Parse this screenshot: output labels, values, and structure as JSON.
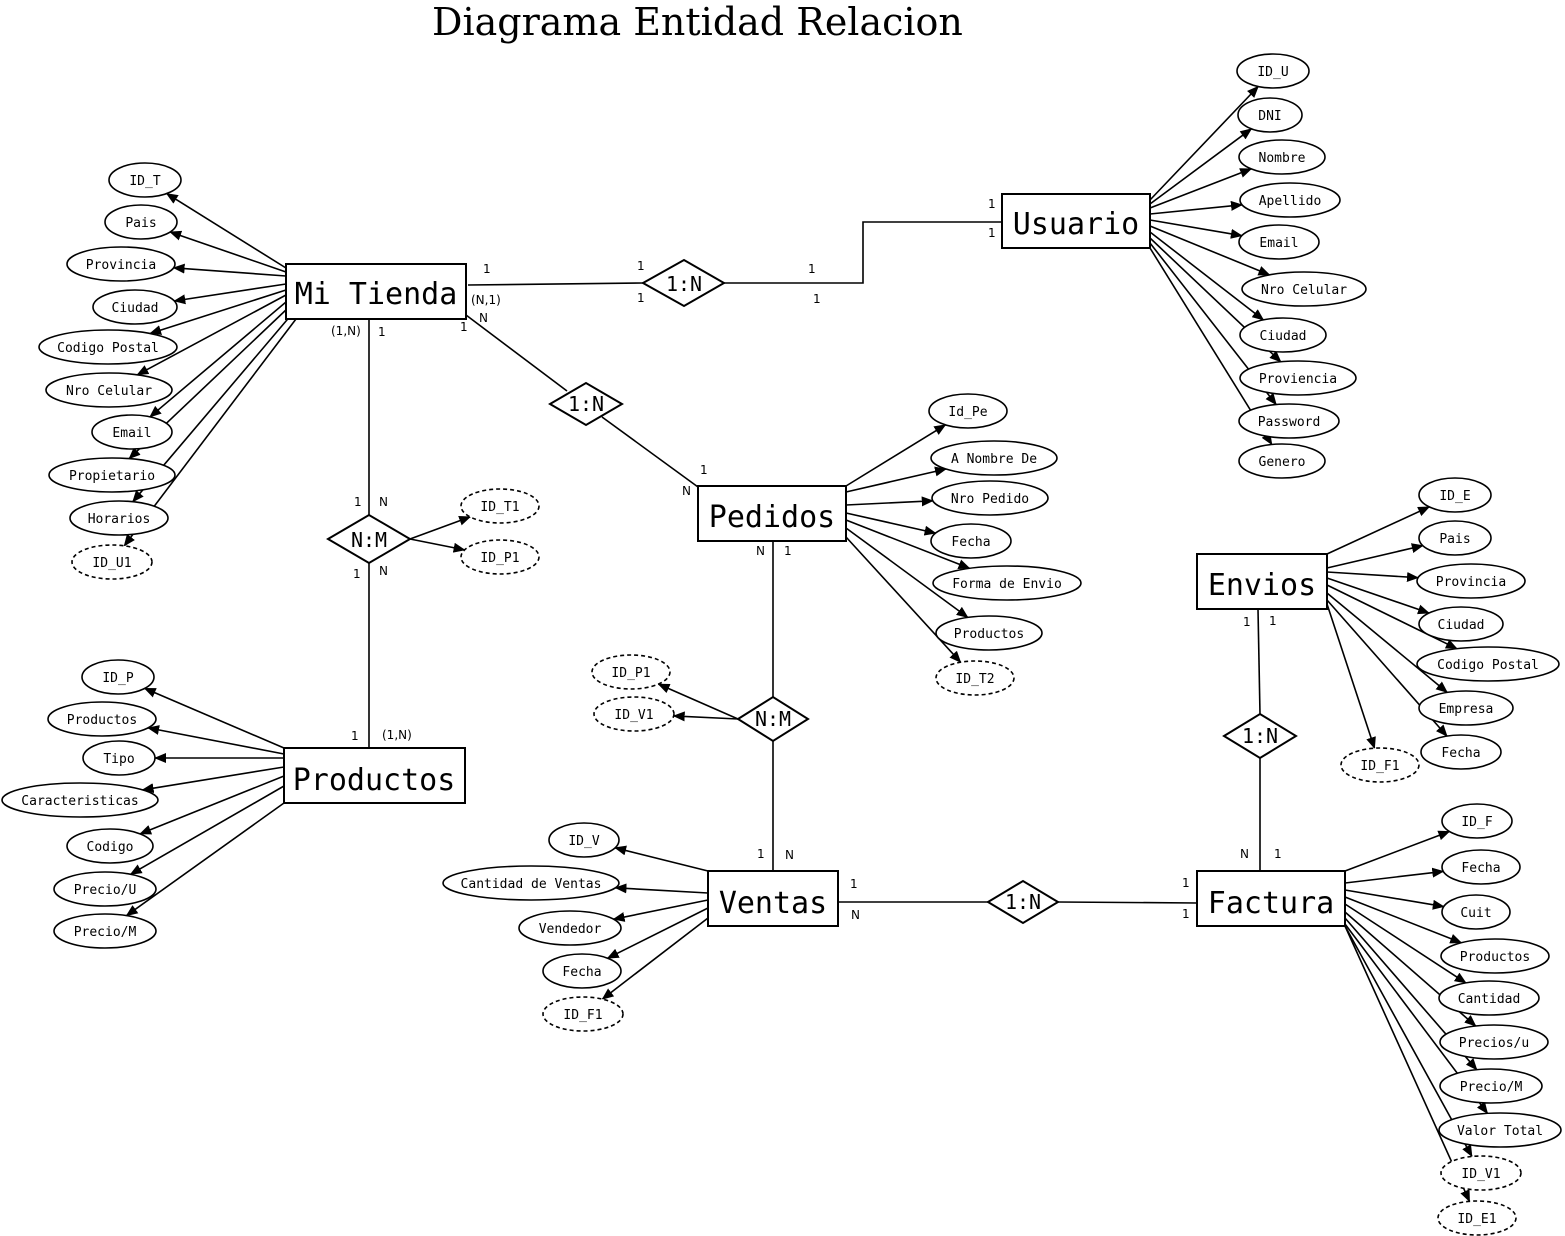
{
  "title": "Diagrama Entidad Relacion",
  "entities": {
    "mi_tienda": "Mi Tienda",
    "usuario": "Usuario",
    "pedidos": "Pedidos",
    "productos": "Productos",
    "envios": "Envios",
    "ventas": "Ventas",
    "factura": "Factura"
  },
  "relationships": {
    "tienda_usuario": "1:N",
    "tienda_pedidos": "1:N",
    "tienda_productos": "N:M",
    "pedidos_ventas": "N:M",
    "ventas_factura": "1:N",
    "envios_factura": "1:N"
  },
  "attributes": {
    "mi_tienda": [
      "ID_T",
      "Pais",
      "Provincia",
      "Ciudad",
      "Codigo Postal",
      "Nro Celular",
      "Email",
      "Propietario",
      "Horarios",
      "ID_U1"
    ],
    "usuario": [
      "ID_U",
      "DNI",
      "Nombre",
      "Apellido",
      "Email",
      "Nro Celular",
      "Ciudad",
      "Proviencia",
      "Password",
      "Genero"
    ],
    "pedidos": [
      "Id_Pe",
      "A Nombre De",
      "Nro Pedido",
      "Fecha",
      "Forma de Envio",
      "Productos",
      "ID_T2"
    ],
    "tienda_productos_rel": [
      "ID_T1",
      "ID_P1"
    ],
    "productos": [
      "ID_P",
      "Productos",
      "Tipo",
      "Caracteristicas",
      "Codigo",
      "Precio/U",
      "Precio/M"
    ],
    "pedidos_ventas_rel": [
      "ID_P1",
      "ID_V1"
    ],
    "ventas": [
      "ID_V",
      "Cantidad de Ventas",
      "Vendedor",
      "Fecha",
      "ID_F1"
    ],
    "envios": [
      "ID_E",
      "Pais",
      "Provincia",
      "Ciudad",
      "Codigo Postal",
      "Empresa",
      "Fecha",
      "ID_F1"
    ],
    "factura": [
      "ID_F",
      "Fecha",
      "Cuit",
      "Productos",
      "Cantidad",
      "Precios/u",
      "Precio/M",
      "Valor Total",
      "ID_V1",
      "ID_E1"
    ]
  },
  "cardinalities": {
    "tienda_side_usuario": "1",
    "rel1_left_top": "1",
    "rel1_left_bottom": "1",
    "rel1_right_top": "1",
    "rel1_right_bottom": "1",
    "usuario_top": "1",
    "usuario_bottom": "1",
    "tienda_n1": "(N,1)",
    "tienda_1": "1",
    "tienda_N": "N",
    "tienda_1N": "(1,N)",
    "tienda_down_1": "1",
    "nm1_above_1": "1",
    "nm1_above_N": "N",
    "nm1_below_1": "1",
    "nm1_below_N": "N",
    "pedidos_in_1": "1",
    "pedidos_in_N": "N",
    "pedidos_down_N": "N",
    "pedidos_down_1": "1",
    "productos_1": "1",
    "productos_1N": "(1,N)",
    "ventas_up_1": "1",
    "ventas_up_N": "N",
    "ventas_right_1": "1",
    "ventas_right_N": "N",
    "factura_left_1a": "1",
    "factura_left_1b": "1",
    "envios_down_1a": "1",
    "envios_down_1b": "1",
    "factura_up_N": "N",
    "factura_up_1": "1"
  }
}
